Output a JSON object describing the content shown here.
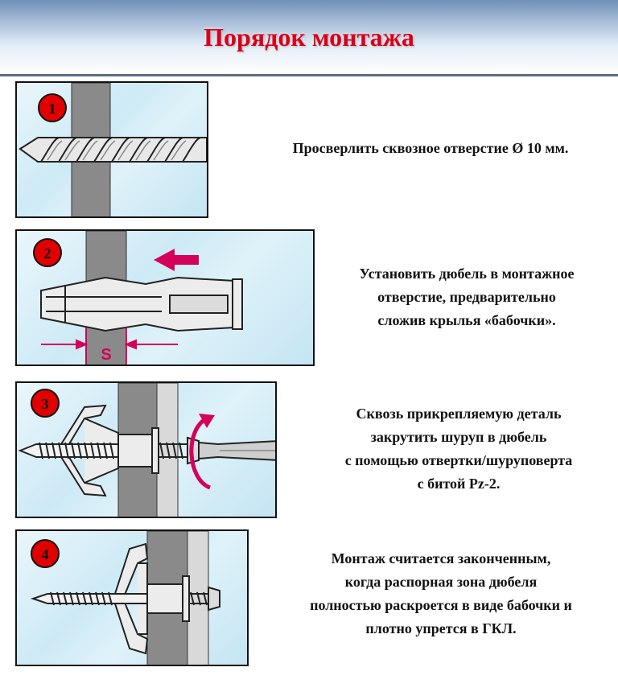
{
  "title": "Порядок монтажа",
  "colors": {
    "title": "#d8001a",
    "badge": "#e00000",
    "accent_arrow": "#d4005a",
    "wall": "#8a8a8a",
    "board": "#d9d9d9",
    "background": "#cdeaf6"
  },
  "steps": [
    {
      "number": "1",
      "lines": [
        "Просверлить сквозное отверстие Ø 10 мм."
      ]
    },
    {
      "number": "2",
      "gap_label": "S",
      "lines": [
        "Установить дюбель в монтажное",
        "отверстие, предварительно",
        "сложив крылья «бабочки»."
      ]
    },
    {
      "number": "3",
      "lines": [
        "Сквозь прикрепляемую деталь",
        "закрутить шуруп в дюбель",
        "с помощью отвертки/шуруповерта",
        "с битой Pz-2."
      ]
    },
    {
      "number": "4",
      "lines": [
        "Монтаж считается законченным,",
        "когда распорная зона дюбеля",
        "полностью раскроется в виде бабочки и",
        "плотно упрется в ГКЛ."
      ]
    }
  ]
}
